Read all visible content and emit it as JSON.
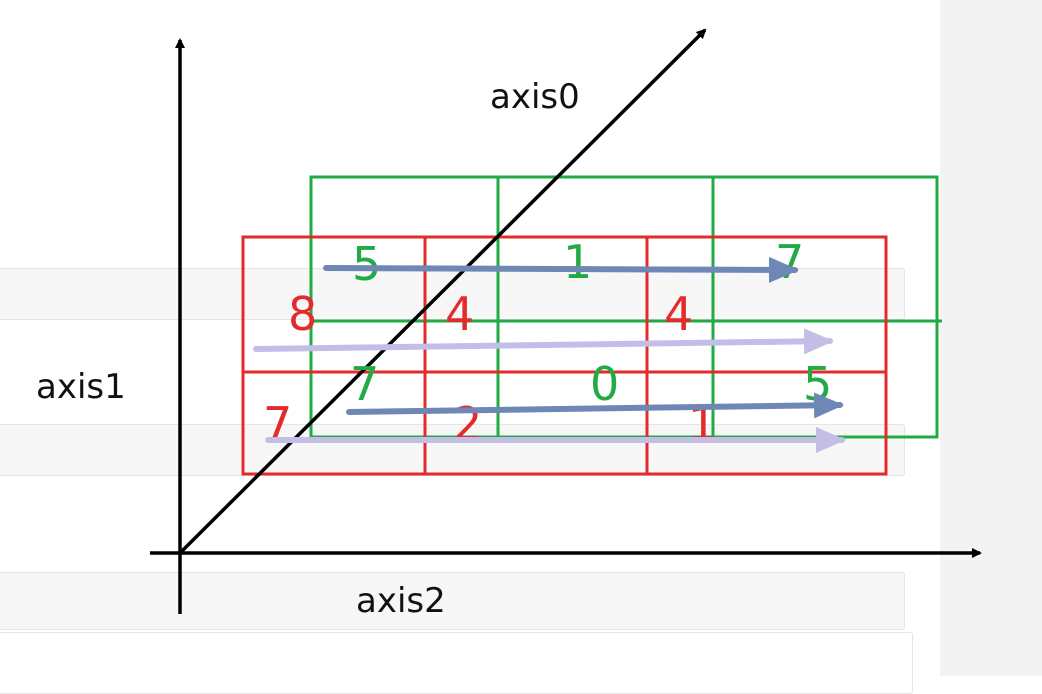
{
  "axes": {
    "axis0": "axis0",
    "axis1": "axis1",
    "axis2": "axis2"
  },
  "green_layer": {
    "color": "#22aa44",
    "values": [
      "5",
      "1",
      "7",
      "7",
      "0",
      "5"
    ]
  },
  "red_layer": {
    "color": "#e32b2b",
    "values": [
      "8",
      "4",
      "4",
      "7",
      "2",
      "1"
    ]
  },
  "arrows": {
    "dark_color": "#6f87b5",
    "light_color": "#c4bde6"
  }
}
